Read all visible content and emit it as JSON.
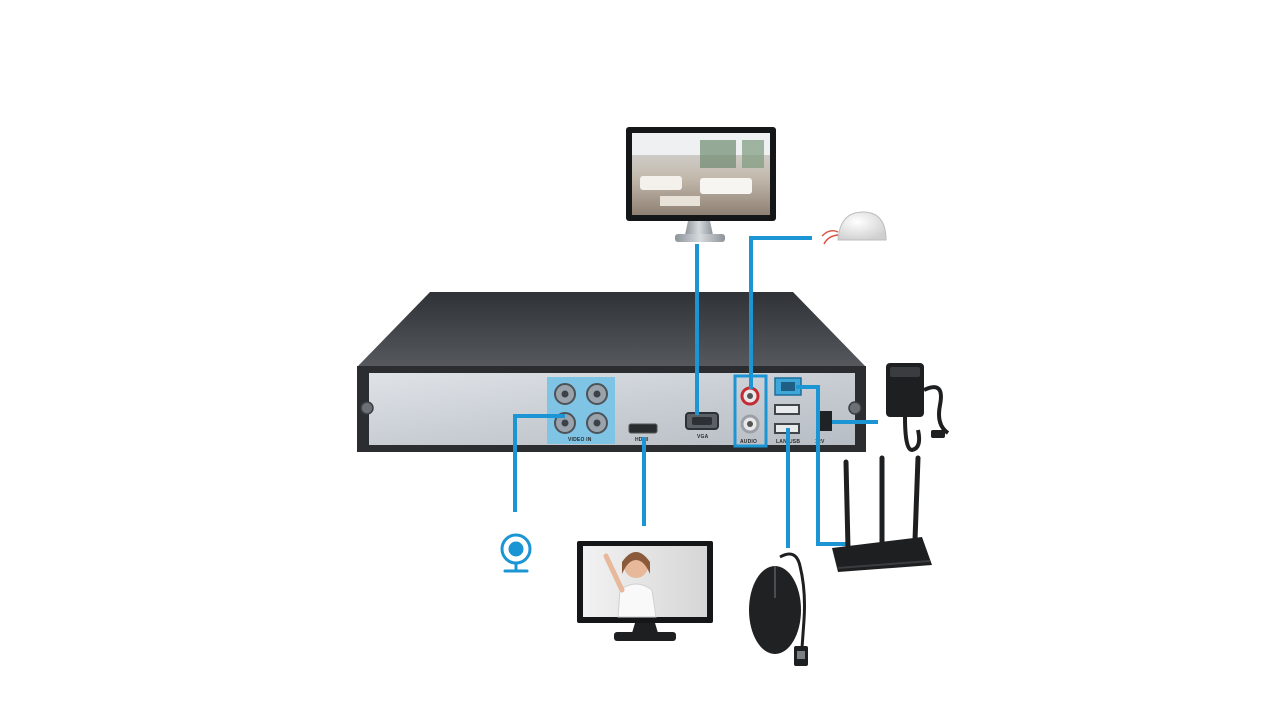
{
  "diagram": {
    "accent_color": "#1b95d3",
    "nvr": {
      "port_labels": {
        "video_in": "VIDEO IN",
        "hdmi": "HDMI",
        "vga": "VGA",
        "audio": "AUDIO",
        "lan": "LAN",
        "usb": "USB",
        "power": "12V"
      }
    },
    "devices": [
      {
        "id": "vga-monitor",
        "icon": "monitor-icon"
      },
      {
        "id": "microphone",
        "icon": "dome-microphone-icon"
      },
      {
        "id": "power-adapter",
        "icon": "power-adapter-icon"
      },
      {
        "id": "router",
        "icon": "wifi-router-icon"
      },
      {
        "id": "mouse",
        "icon": "usb-mouse-icon"
      },
      {
        "id": "hdmi-monitor",
        "icon": "monitor-icon"
      },
      {
        "id": "camera",
        "icon": "webcam-icon"
      }
    ]
  }
}
